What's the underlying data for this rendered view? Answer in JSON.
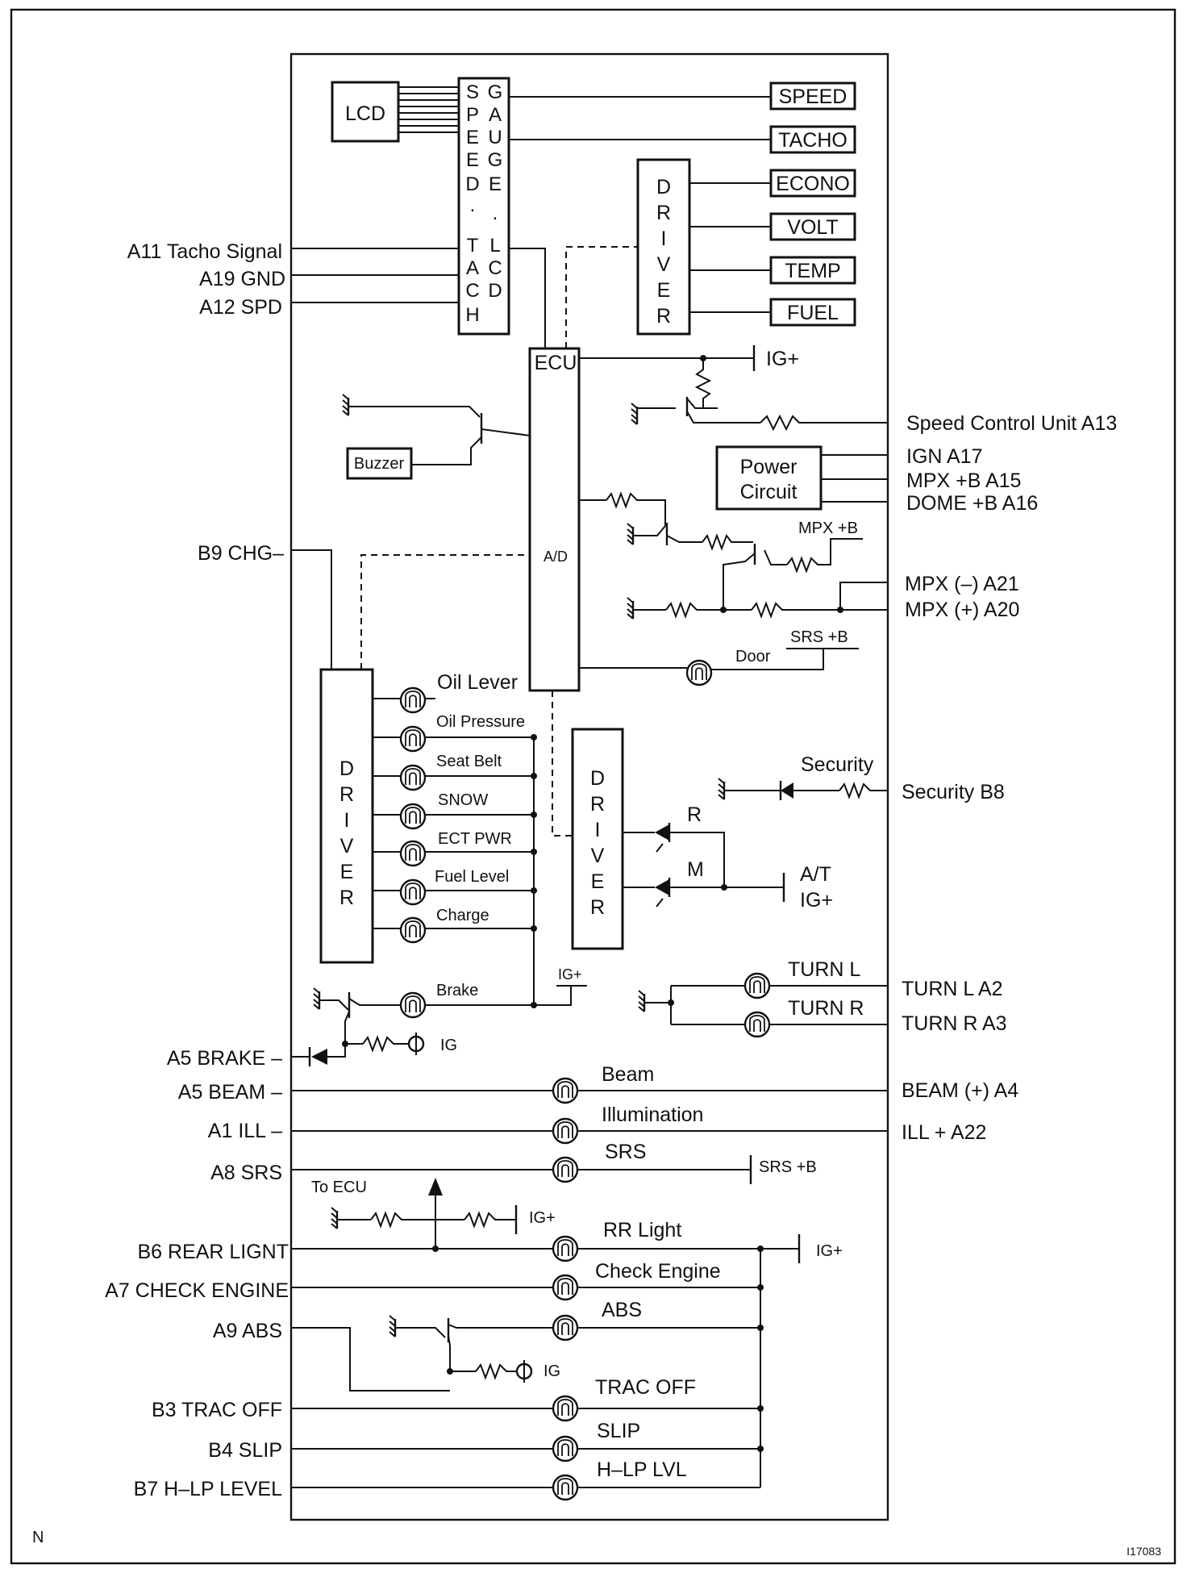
{
  "components": {
    "lcd": "LCD",
    "speedo_chip": [
      "S",
      "P",
      "E",
      "E",
      "D",
      ".",
      "T",
      "A",
      "C",
      "H"
    ],
    "gauge_chip": [
      "G",
      "A",
      "U",
      "G",
      "E",
      ".",
      "L",
      "C",
      "D"
    ],
    "driver_top": [
      "D",
      "R",
      "I",
      "V",
      "E",
      "R"
    ],
    "ecu": "ECU",
    "ad": "A/D",
    "buzzer": "Buzzer",
    "power_circuit": [
      "Power",
      "Circuit"
    ],
    "driver_left": [
      "D",
      "R",
      "I",
      "V",
      "E",
      "R"
    ],
    "driver_mid": [
      "D",
      "R",
      "I",
      "V",
      "E",
      "R"
    ]
  },
  "gauges": [
    "SPEED",
    "TACHO",
    "ECONO",
    "VOLT",
    "TEMP",
    "FUEL"
  ],
  "left_terminals": {
    "tacho_signal": "A11 Tacho Signal",
    "gnd": "A19 GND",
    "spd": "A12 SPD",
    "chg": "B9 CHG–",
    "brake": "A5 BRAKE –",
    "beam": "A5 BEAM –",
    "ill": "A1 ILL –",
    "srs": "A8 SRS",
    "rear_light": "B6 REAR LIGNT",
    "check_engine": "A7 CHECK ENGINE",
    "abs": "A9 ABS",
    "trac_off": "B3 TRAC OFF",
    "slip": "B4 SLIP",
    "hlp_level": "B7 H–LP LEVEL"
  },
  "right_terminals": {
    "ig_plus": "IG+",
    "speed_control": "Speed Control Unit A13",
    "ign": "IGN A17",
    "mpx_b": "MPX +B A15",
    "dome": "DOME +B A16",
    "mpx_b_small": "MPX +B",
    "mpx_minus": "MPX (–) A21",
    "mpx_plus": "MPX (+) A20",
    "door": "Door",
    "srs_b": "SRS +B",
    "security_label": "Security",
    "security": "Security B8",
    "r": "R",
    "m": "M",
    "at": "A/T",
    "at_ig": "IG+",
    "turn_l_label": "TURN L",
    "turn_r_label": "TURN R",
    "turn_l": "TURN L A2",
    "turn_r": "TURN R A3",
    "beam_plus": "BEAM (+) A4",
    "ill_plus": "ILL + A22"
  },
  "warning_lamps": [
    "Oil Lever",
    "Oil Pressure",
    "Seat Belt",
    "SNOW",
    "ECT PWR",
    "Fuel Level",
    "Charge"
  ],
  "misc": {
    "brake": "Brake",
    "ig_plus_brake": "IG+",
    "ig": "IG",
    "beam": "Beam",
    "illumination": "Illumination",
    "srs": "SRS",
    "srs_b": "SRS +B",
    "to_ecu": "To ECU",
    "ig_plus_rr": "IG+",
    "rr_light": "RR Light",
    "ig_plus_rr2": "IG+",
    "check_engine": "Check Engine",
    "abs": "ABS",
    "ig_abs": "IG",
    "trac_off": "TRAC OFF",
    "slip": "SLIP",
    "hlp_lvl": "H–LP LVL",
    "corner_n": "N",
    "fig_id": "I17083"
  }
}
